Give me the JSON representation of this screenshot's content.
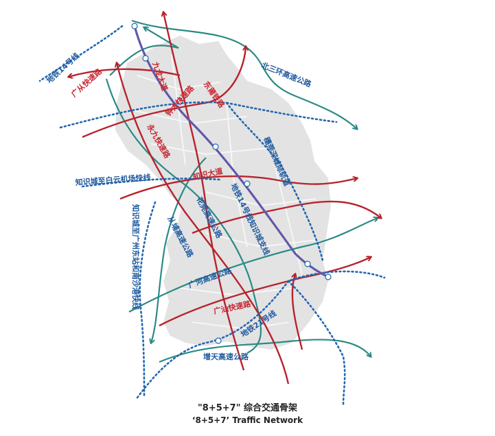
{
  "caption": {
    "chinese": "\"8+5+7\" 综合交通骨架",
    "english": "‘8+5+7’ Traffic Network"
  },
  "colors": {
    "red_road": "#b8222c",
    "teal_road": "#2a8a84",
    "blue_rail": "#2166b0",
    "purple_metro": "#6a58a8",
    "district_fill": "#e3e3e3"
  },
  "labels": {
    "metro14": "地铁14号线",
    "guangcong": "广从快速路",
    "jiulong": "九龙大道",
    "dongpu": "东莆铁路",
    "beisanhuan": "北三环高速公路",
    "zhongshan": "钟大快速路",
    "yongjiu": "永九快速路",
    "guanhui": "穗莞深城际轨道",
    "zhishi_baiyun": "知识城至白云机场快线",
    "zhishi_avenue": "知识大道",
    "metro14_branch": "地铁14号线知识城支线",
    "huaguan": "花莞高速公路",
    "zhishi_gz_east": "知识城至广州东站和南沙港快线",
    "conghuang": "从埔高速公路",
    "guanghe": "广河高速公路",
    "guangshan": "广汕快速路",
    "metro21": "地铁21号线",
    "zengtian": "增天高速公路"
  }
}
